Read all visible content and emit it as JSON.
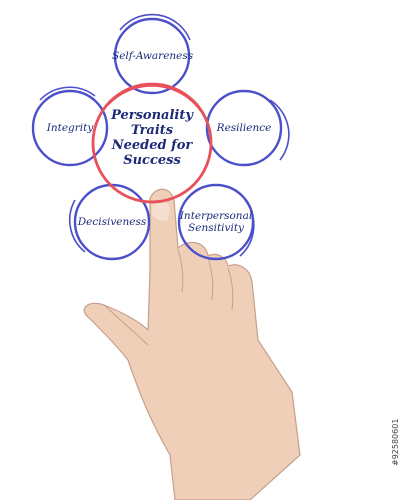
{
  "diagram": {
    "center": {
      "lines": [
        "Personality",
        "Traits",
        "Needed for",
        "Success"
      ]
    },
    "traits": [
      {
        "id": "self-awareness",
        "label_lines": [
          "Self-Awareness"
        ]
      },
      {
        "id": "resilience",
        "label_lines": [
          "Resilience"
        ]
      },
      {
        "id": "interpersonal-sensitivity",
        "label_lines": [
          "Interpersonal",
          "Sensitivity"
        ]
      },
      {
        "id": "decisiveness",
        "label_lines": [
          "Decisiveness"
        ]
      },
      {
        "id": "integrity",
        "label_lines": [
          "Integrity"
        ]
      }
    ],
    "colors": {
      "ring": "#4b4fc9",
      "center_ring": "#e8505a",
      "text": "#1c2a78",
      "skin": "#efcfb8"
    }
  },
  "watermark": {
    "stock_id": "#92580601"
  }
}
